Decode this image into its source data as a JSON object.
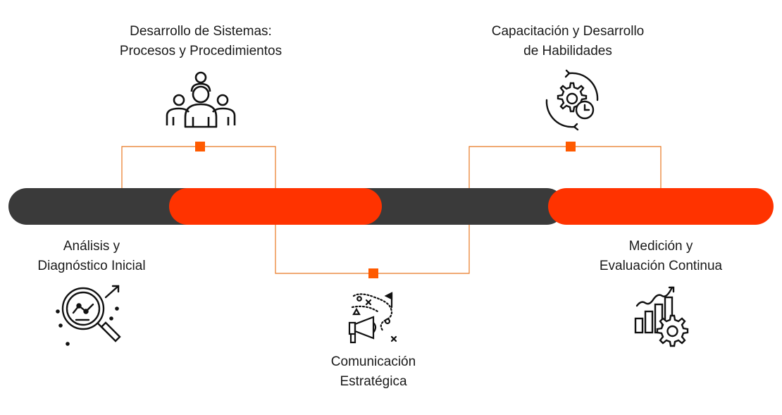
{
  "colors": {
    "dark": "#3a3a3a",
    "accent": "#ff3300",
    "connector": "#e87722",
    "marker": "#ff5a00",
    "icon": "#111111"
  },
  "steps": [
    {
      "label": "Análisis y\nDiagnóstico Inicial",
      "icon": "magnifier-analytics-icon"
    },
    {
      "label": "Desarrollo de Sistemas:\nProcesos y Procedimientos",
      "icon": "team-people-icon"
    },
    {
      "label": "Comunicación\nEstratégica",
      "icon": "megaphone-strategy-icon"
    },
    {
      "label": "Capacitación y Desarrollo\nde Habilidades",
      "icon": "gear-cycle-clock-icon"
    },
    {
      "label": "Medición y\nEvaluación Continua",
      "icon": "growth-chart-gear-icon"
    }
  ]
}
